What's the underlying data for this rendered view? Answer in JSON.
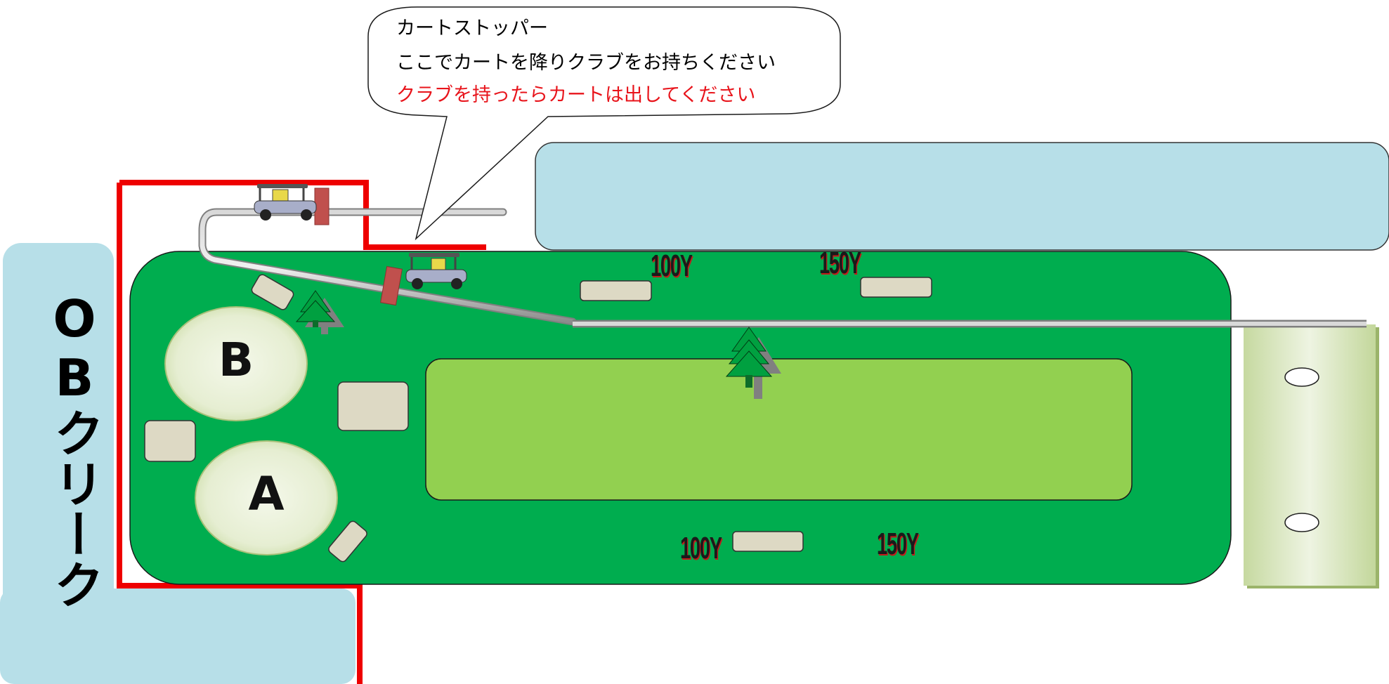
{
  "callout": {
    "line1": "カートストッパー",
    "line2": "ここでカートを降りクラブをお持ちください",
    "line3": "クラブを持ったらカートは出してください",
    "line3_color": "#e8141b"
  },
  "ob_area": {
    "label": "OBクリーク"
  },
  "tees": [
    {
      "label": "B"
    },
    {
      "label": "A"
    }
  ],
  "yardage_markers": {
    "top_100": "100Y",
    "top_150": "150Y",
    "bottom_100": "100Y",
    "bottom_150": "150Y"
  },
  "colors": {
    "fairway": "#00ad4f",
    "green_center": "#92d050",
    "water_ob": "#b7dfe8",
    "boundary": "#ee0000",
    "sand": "#ddd9c4",
    "cart_stopper": "#c0504d",
    "cart_path": "#a6a6a6"
  },
  "icons": [
    "golf-cart-icon",
    "tree-icon",
    "cart-stopper-icon"
  ]
}
